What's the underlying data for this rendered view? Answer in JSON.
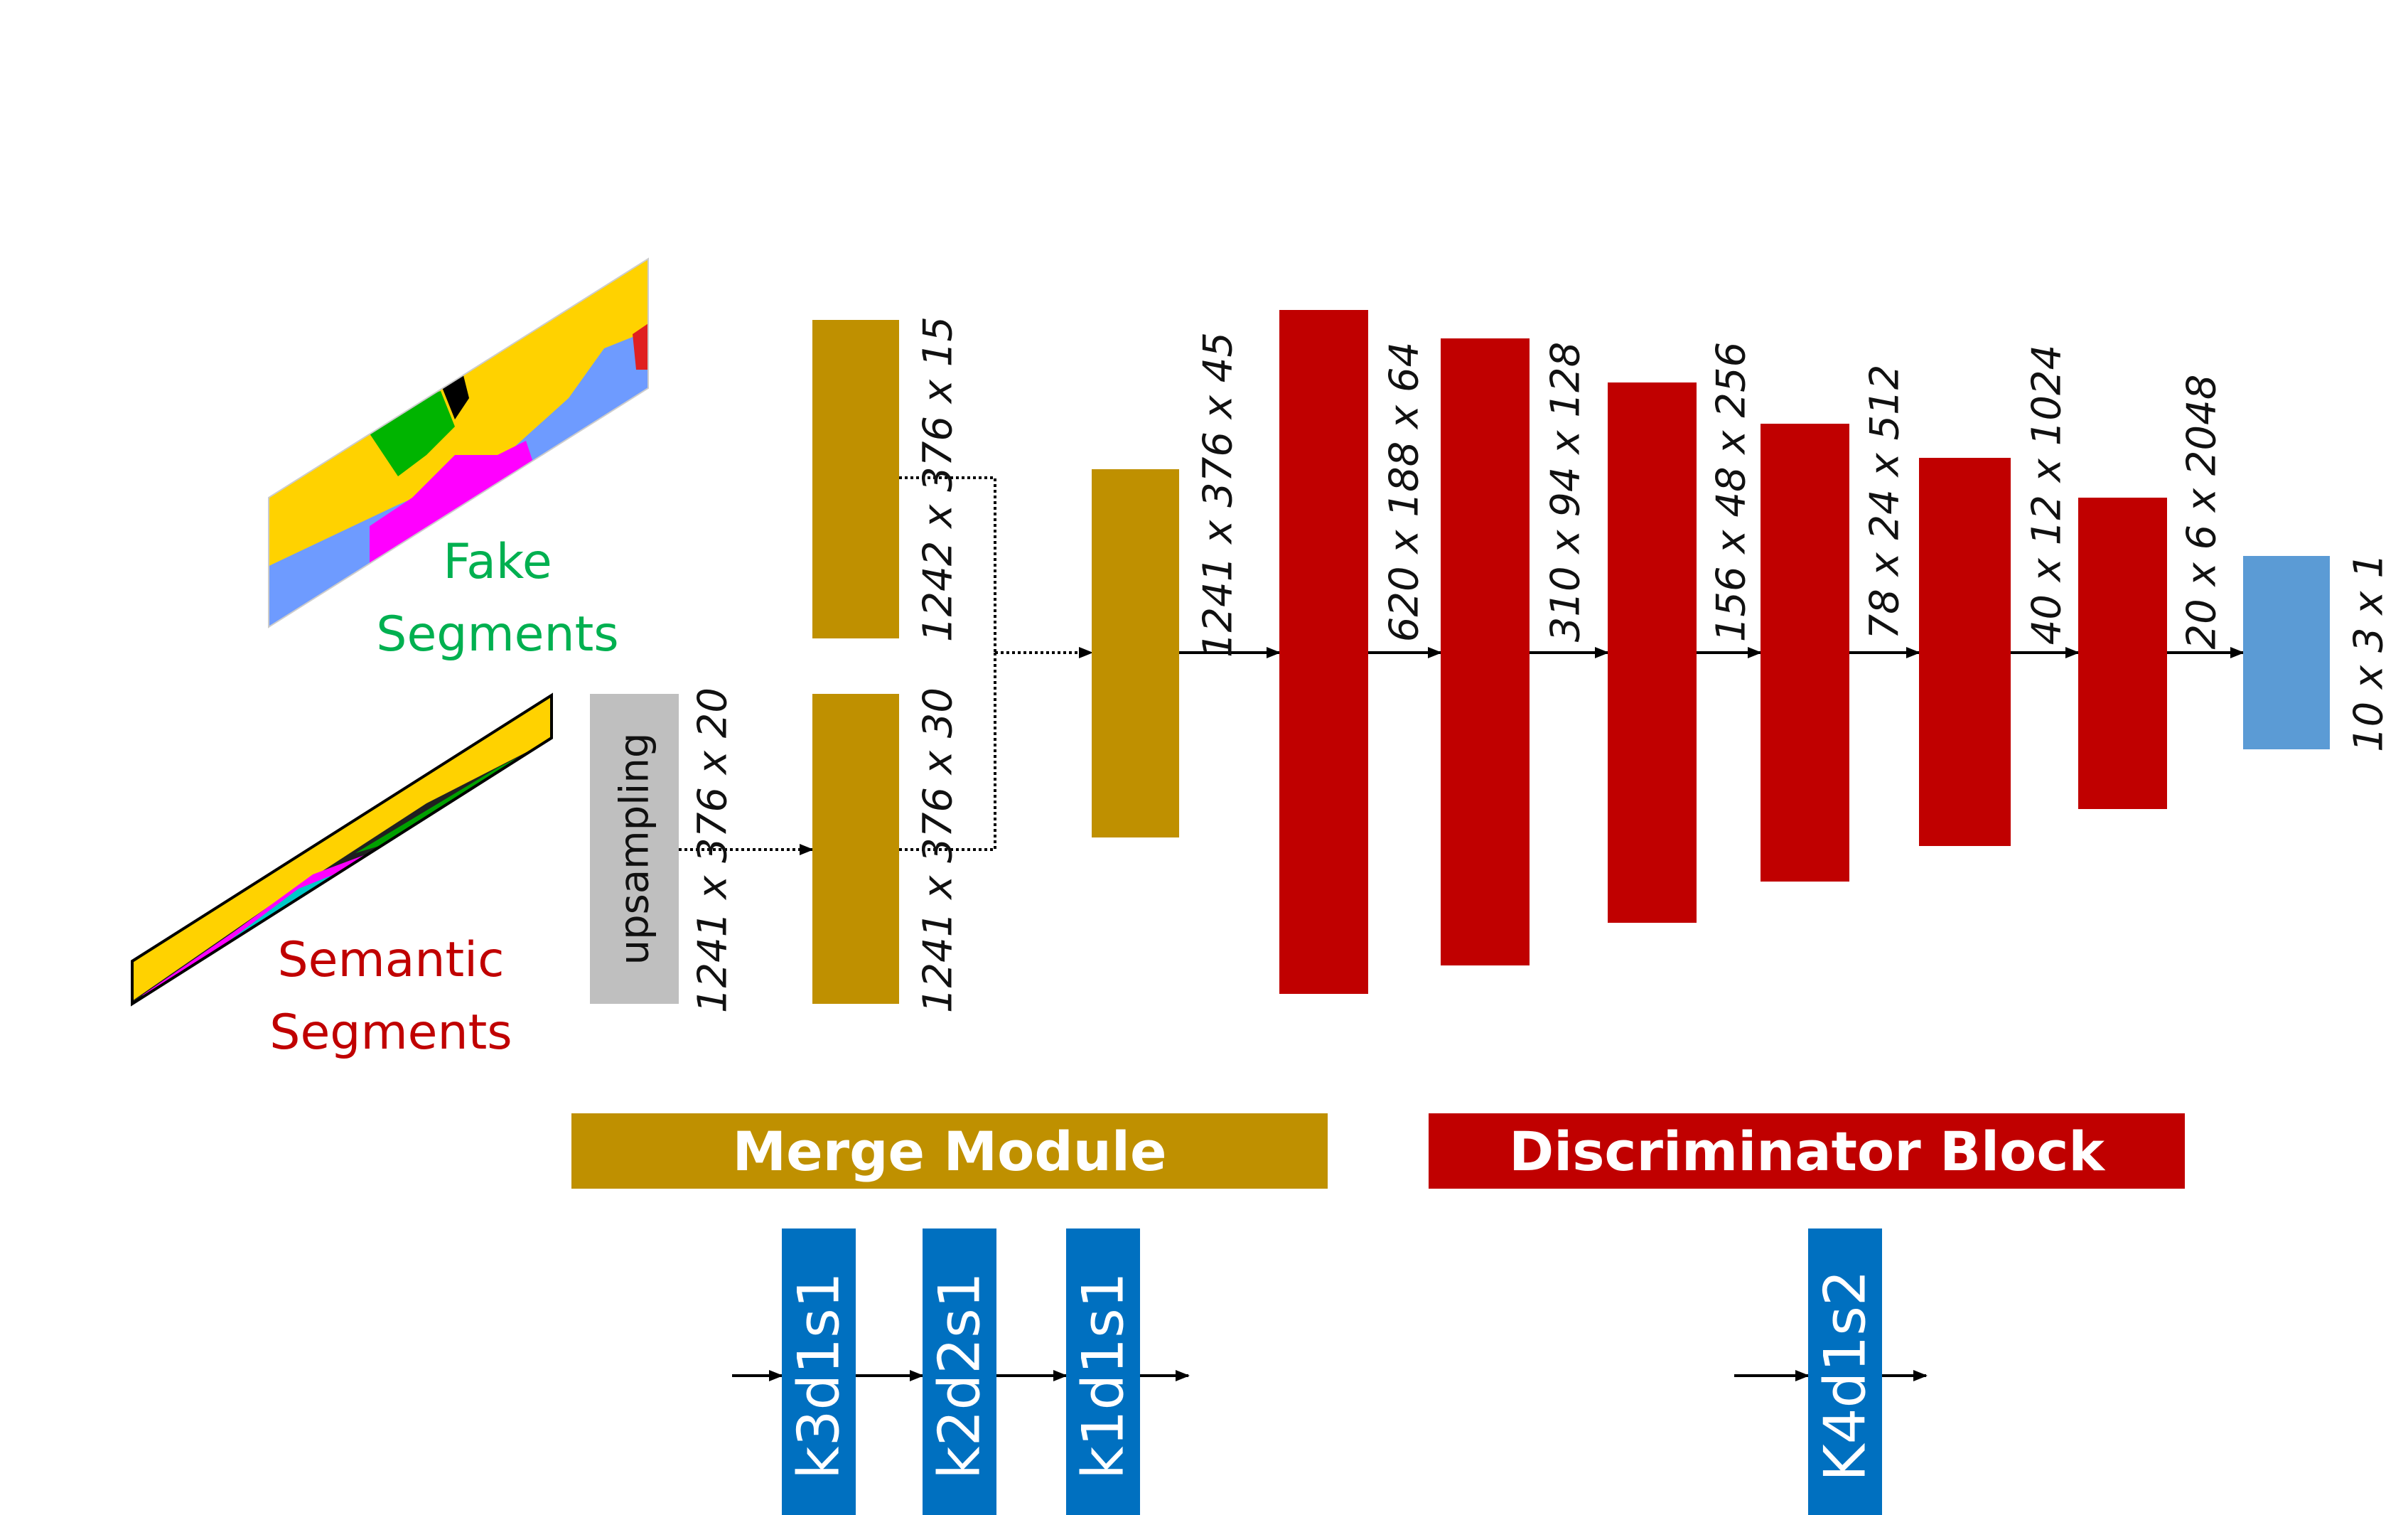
{
  "inputs": {
    "fake_label_line1": "Fake",
    "fake_label_line2": "Segments",
    "semantic_label_line1": "Semantic",
    "semantic_label_line2": "Segments",
    "fake_color": "#00B050",
    "semantic_color": "#C00000"
  },
  "merge_module": {
    "upsampling_label": "upsampling",
    "upsampling_output": "1241 x 376 x 20",
    "fake_branch_output": "1242 x 376 x 15",
    "semantic_branch_output": "1241 x 376 x 30",
    "merged_output": "1241 x 376 x 45",
    "banner": "Merge Module",
    "color": "#BF9000",
    "legend_blocks": [
      "k3d1s1",
      "k2d2s1",
      "k1d1s1"
    ]
  },
  "discriminator": {
    "block_outputs": [
      "620 x 188 x 64",
      "310 x 94 x 128",
      "156 x 48 x 256",
      "78 x 24 x 512",
      "40 x 12 x 1024",
      "20 x 6 x 2048"
    ],
    "final_output": "10 x 3 x 1",
    "banner": "Discriminator Block",
    "color": "#C00000",
    "legend_blocks": [
      "K4d1s2"
    ]
  },
  "colors": {
    "legend_block": "#0070C0",
    "final_block": "#5B9BD5",
    "upsampling_block": "#BFBFBF"
  }
}
